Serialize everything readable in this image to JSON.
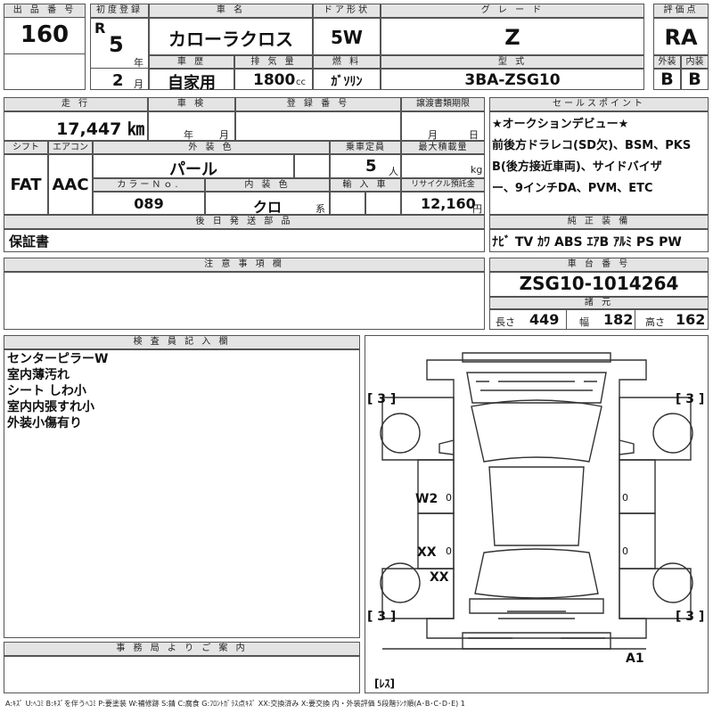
{
  "labels": {
    "lot_no": "出 品 番 号",
    "first_reg": "初度登録",
    "car_name": "車 名",
    "door": "ドア形状",
    "grade": "グ レ ー ド",
    "score": "評価点",
    "history": "車 歴",
    "displacement": "排 気 量",
    "fuel": "燃 料",
    "model_code": "型 式",
    "exterior": "外装",
    "interior": "内装",
    "mileage": "走 行",
    "inspection": "車 検",
    "reg_no": "登 録 番 号",
    "transfer_doc": "譲渡書類期限",
    "sales_point": "セールスポイント",
    "shift": "シフト",
    "aircon": "エアコン",
    "ext_color": "外 装 色",
    "capacity": "乗車定員",
    "max_load": "最大積載量",
    "color_no": "カラーＮｏ.",
    "int_color": "内 装 色",
    "import": "輸 入 車",
    "recycle": "リサイクル預託金",
    "later_parts": "後 日 発 送 部 品",
    "genuine": "純 正 装 備",
    "notes": "注 意 事 項 欄",
    "chassis": "車 台 番 号",
    "specs": "諸 元",
    "inspector": "検 査 員 記 入 欄",
    "office": "事 務 局 よ り ご 案 内",
    "year_unit": "年",
    "month_unit": "月",
    "cc_unit": "cc",
    "kg_unit": "kg",
    "persons_unit": "人",
    "yen_unit": "円",
    "kei_unit": "系",
    "length": "長さ",
    "width": "幅",
    "height": "高さ"
  },
  "values": {
    "lot_no": "160",
    "era": "R",
    "year": "5",
    "month": "2",
    "car_name": "カローラクロス",
    "door": "5W",
    "grade": "Z",
    "score": "RA",
    "history": "自家用",
    "displacement": "1800",
    "fuel": "ｶﾞｿﾘﾝ",
    "model_code": "3BA-ZSG10",
    "exterior": "B",
    "interior": "B",
    "mileage": "17,447 ㎞",
    "shift": "FAT",
    "aircon": "AAC",
    "ext_color": "パール",
    "capacity": "5",
    "color_no": "089",
    "int_color": "クロ",
    "recycle": "12,160",
    "later_parts": "保証書",
    "genuine": "ﾅﾋﾞ TV ｶﾜ ABS ｴｱB ｱﾙﾐ PS PW",
    "chassis": "ZSG10-1014264",
    "length": "449",
    "width": "182",
    "height": "162"
  },
  "sales_points": [
    "★オークションデビュー★",
    "前後方ドラレコ(SD欠)、BSM、PKS",
    "B(後方接近車両)、サイドバイザ",
    "ー、9インチDA、PVM、ETC"
  ],
  "inspector_notes": [
    "センターピラーW",
    "室内薄汚れ",
    "シート しわ小",
    "室内内張すれ小",
    "外装小傷有り"
  ],
  "diagram": {
    "tire_fl": "[ 3 ]",
    "tire_fr": "[ 3 ]",
    "tire_rl": "[ 3 ]",
    "tire_rr": "[ 3 ]",
    "mark_w2": "W2",
    "mark_xx1": "XX",
    "mark_xx2": "XX",
    "mark_a1": "A1",
    "spare": "[ﾚｽ]",
    "zero": "0"
  },
  "legend": "A:ｷｽﾞ U:ﾍｺﾐ B:ｷｽﾞを伴うﾍｺﾐ P:要塗装 W:補修跡 S:錆 C:腐食 G:ﾌﾛﾝﾄｶﾞﾗｽ点ｷｽﾞ XX:交換済み X:要交換  内・外装評価  5段階ﾗﾝｸ順(A･B･C･D･E) 1"
}
